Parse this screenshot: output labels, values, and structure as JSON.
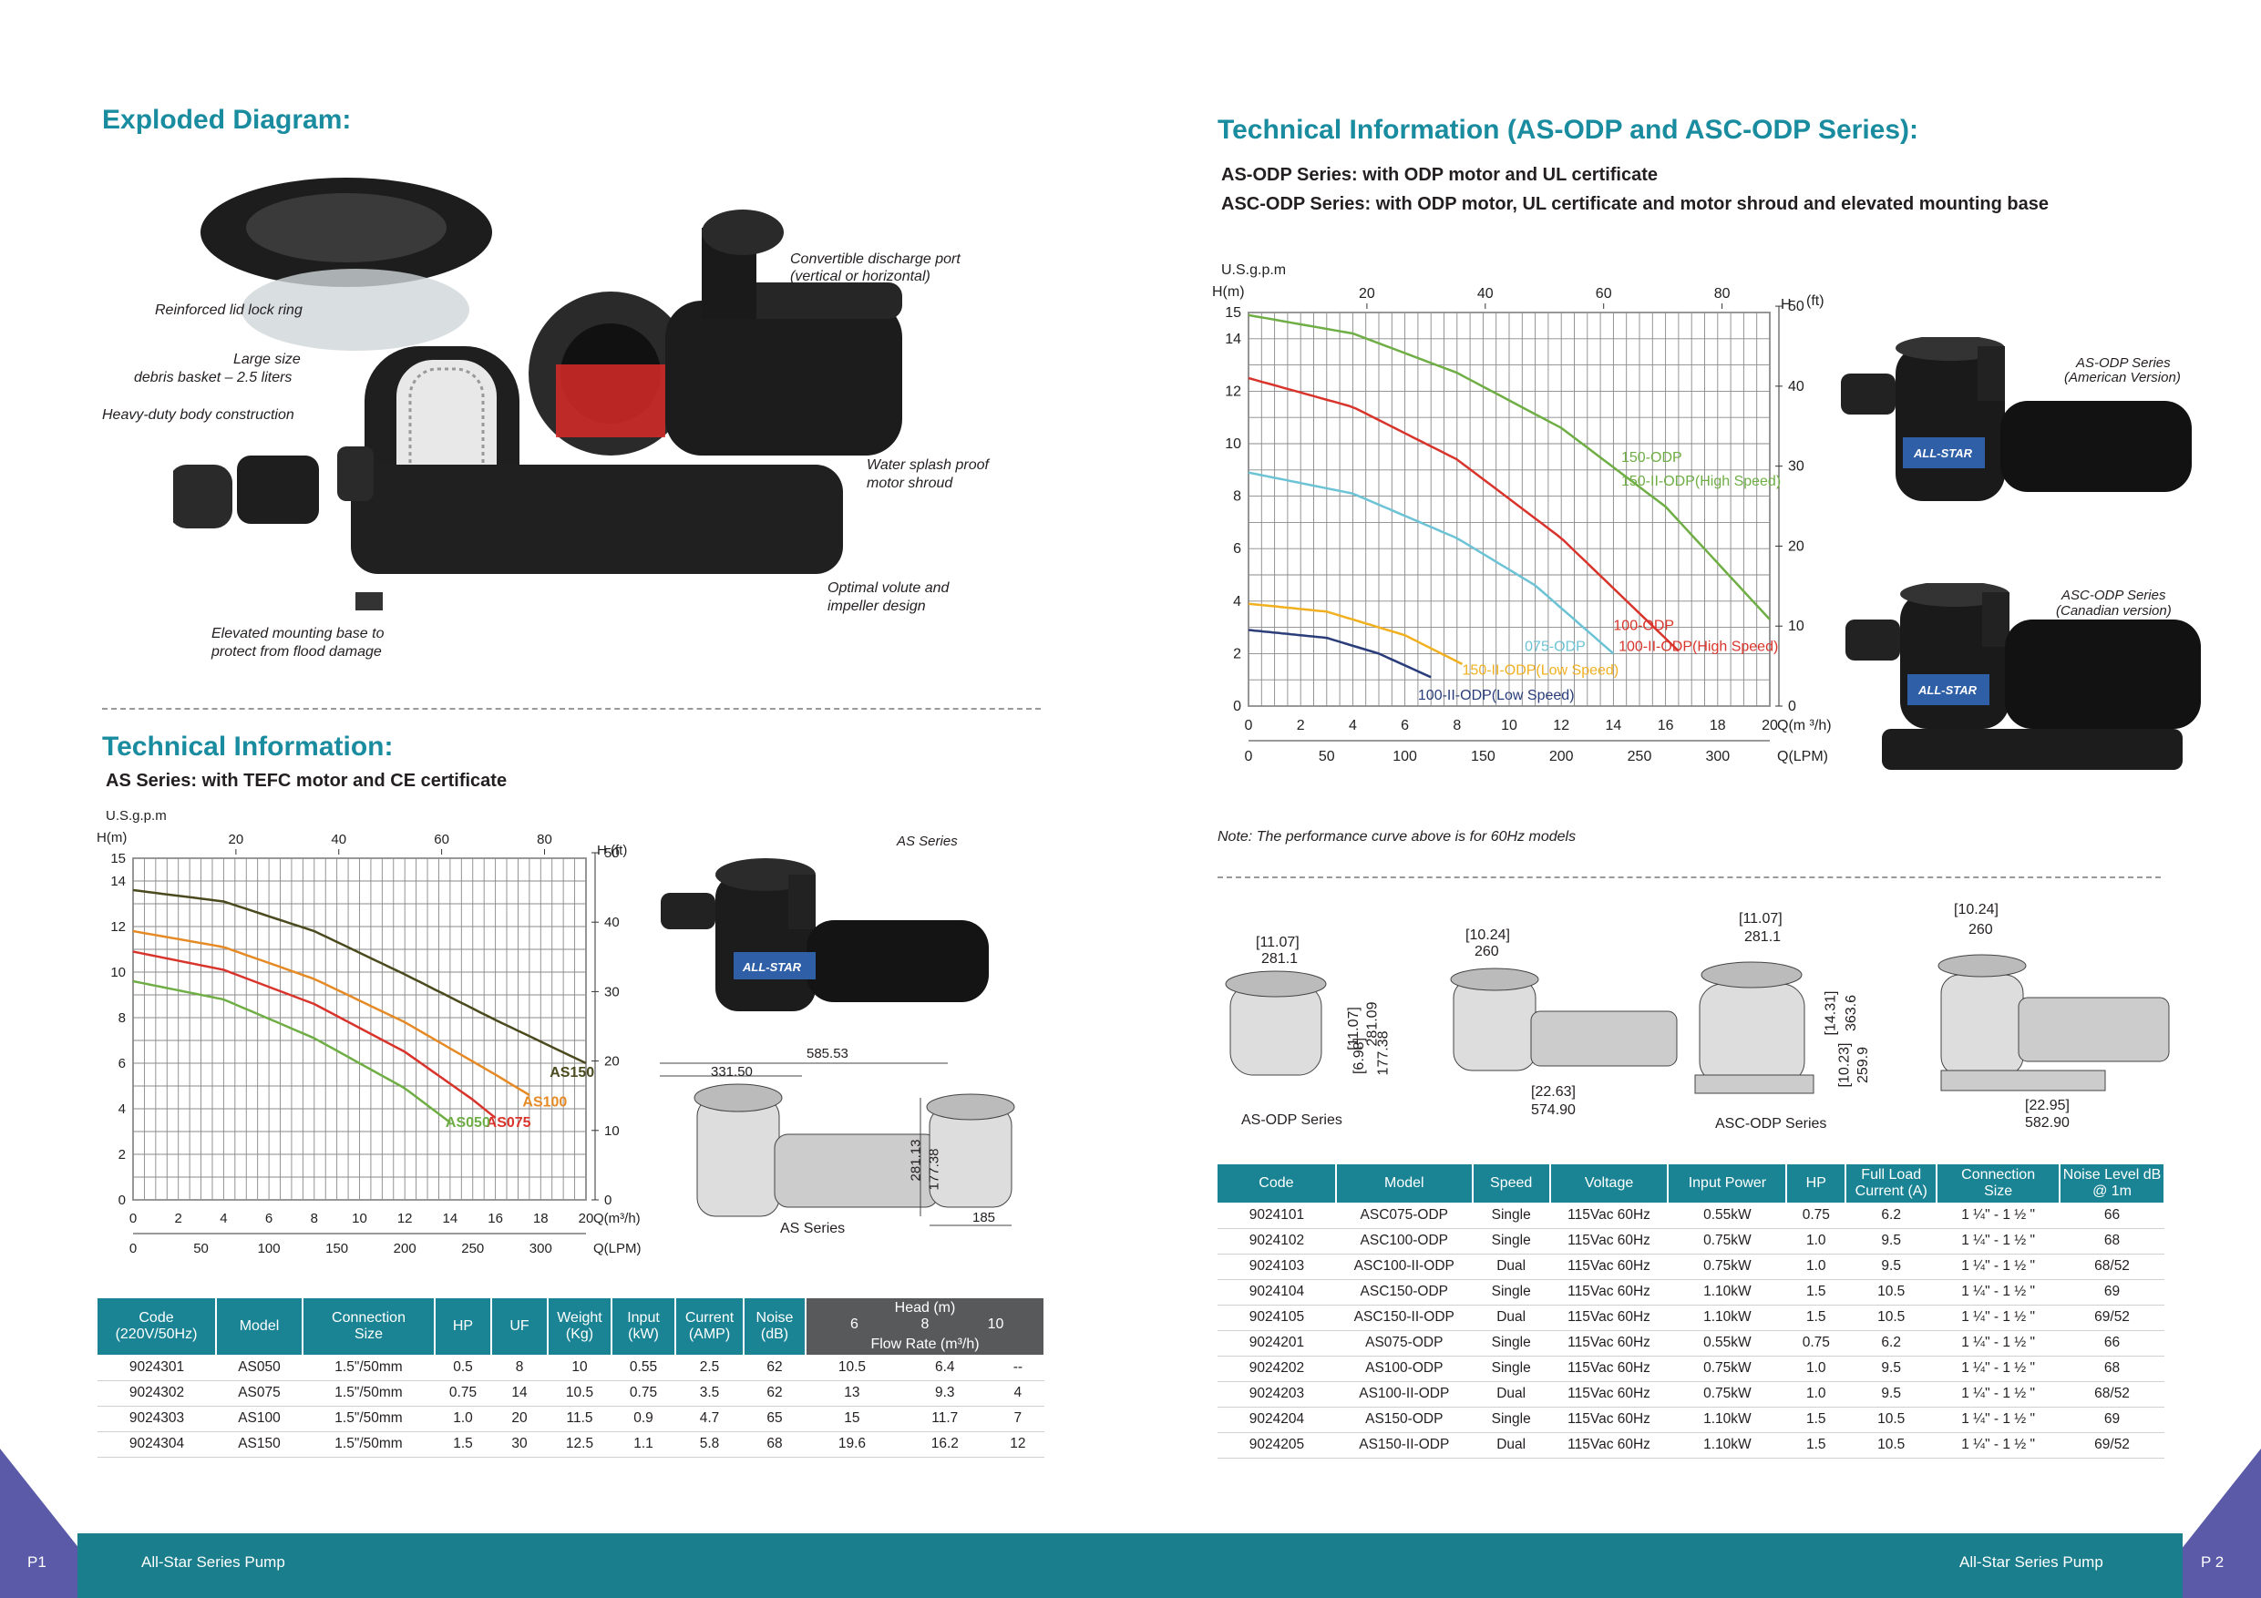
{
  "left": {
    "exploded_title": "Exploded Diagram:",
    "callouts": {
      "lid": "Reinforced lid lock ring",
      "basket1": "Large size",
      "basket2": "debris basket – 2.5 liters",
      "body": "Heavy-duty body construction",
      "port1": "Convertible discharge port",
      "port2": "(vertical or horizontal)",
      "shroud1": "Water splash proof",
      "shroud2": "motor shroud",
      "volute1": "Optimal volute and",
      "volute2": "impeller design",
      "base1": "Elevated mounting base to",
      "base2": "protect from flood damage"
    },
    "tech_title": "Technical Information:",
    "tech_sub": "AS Series: with TEFC motor and CE certificate",
    "series_label": "AS  Series",
    "dim_label": "AS Series",
    "dims": [
      "585.53",
      "331.50",
      "281.13",
      "177.38",
      "185"
    ],
    "table": {
      "headers": [
        "Code\n(220V/50Hz)",
        "Model",
        "Connection\nSize",
        "HP",
        "UF",
        "Weight\n(Kg)",
        "Input\n(kW)",
        "Current\n(AMP)",
        "Noise\n(dB)"
      ],
      "head_group": "Head (m)",
      "head_cols": [
        "6",
        "8",
        "10"
      ],
      "flow_label": "Flow Rate (m³/h)",
      "rows": [
        [
          "9024301",
          "AS050",
          "1.5\"/50mm",
          "0.5",
          "8",
          "10",
          "0.55",
          "2.5",
          "62",
          "10.5",
          "6.4",
          "--"
        ],
        [
          "9024302",
          "AS075",
          "1.5\"/50mm",
          "0.75",
          "14",
          "10.5",
          "0.75",
          "3.5",
          "62",
          "13",
          "9.3",
          "4"
        ],
        [
          "9024303",
          "AS100",
          "1.5\"/50mm",
          "1.0",
          "20",
          "11.5",
          "0.9",
          "4.7",
          "65",
          "15",
          "11.7",
          "7"
        ],
        [
          "9024304",
          "AS150",
          "1.5\"/50mm",
          "1.5",
          "30",
          "12.5",
          "1.1",
          "5.8",
          "68",
          "19.6",
          "16.2",
          "12"
        ]
      ]
    }
  },
  "right": {
    "tech_title": "Technical Information (AS-ODP and ASC-ODP Series):",
    "sub1": "AS-ODP Series: with ODP motor and UL certificate",
    "sub2": "ASC-ODP Series: with ODP motor, UL certificate and motor shroud and elevated mounting base",
    "photo1_1": "AS-ODP Series",
    "photo1_2": "(American Version)",
    "photo2_1": "ASC-ODP Series",
    "photo2_2": "(Canadian version)",
    "brand": "ALL-STAR",
    "note": "Note: The performance curve above is for 60Hz models",
    "dim_label1": "AS-ODP Series",
    "dim_label2": "ASC-ODP Series",
    "dims": [
      "[11.07]",
      "281.1",
      "[10.24]",
      "260",
      "[11.07]",
      "281.1",
      "[10.24]",
      "260",
      "[11.07]",
      "281.09",
      "[6.98]",
      "177.38",
      "[22.63]",
      "574.90",
      "[14.31]",
      "363.6",
      "[10.23]",
      "259.9",
      "[22.95]",
      "582.90"
    ],
    "table": {
      "headers": [
        "Code",
        "Model",
        "Speed",
        "Voltage",
        "Input Power",
        "HP",
        "Full Load\nCurrent (A)",
        "Connection\nSize",
        "Noise Level dB\n@ 1m"
      ],
      "rows": [
        [
          "9024101",
          "ASC075-ODP",
          "Single",
          "115Vac 60Hz",
          "0.55kW",
          "0.75",
          "6.2",
          "1 ¼\" - 1 ½ \"",
          "66"
        ],
        [
          "9024102",
          "ASC100-ODP",
          "Single",
          "115Vac 60Hz",
          "0.75kW",
          "1.0",
          "9.5",
          "1 ¼\" - 1 ½ \"",
          "68"
        ],
        [
          "9024103",
          "ASC100-II-ODP",
          "Dual",
          "115Vac 60Hz",
          "0.75kW",
          "1.0",
          "9.5",
          "1 ¼\" - 1 ½ \"",
          "68/52"
        ],
        [
          "9024104",
          "ASC150-ODP",
          "Single",
          "115Vac 60Hz",
          "1.10kW",
          "1.5",
          "10.5",
          "1 ¼\" - 1 ½ \"",
          "69"
        ],
        [
          "9024105",
          "ASC150-II-ODP",
          "Dual",
          "115Vac 60Hz",
          "1.10kW",
          "1.5",
          "10.5",
          "1 ¼\" - 1 ½ \"",
          "69/52"
        ],
        [
          "9024201",
          "AS075-ODP",
          "Single",
          "115Vac 60Hz",
          "0.55kW",
          "0.75",
          "6.2",
          "1 ¼\" - 1 ½ \"",
          "66"
        ],
        [
          "9024202",
          "AS100-ODP",
          "Single",
          "115Vac 60Hz",
          "0.75kW",
          "1.0",
          "9.5",
          "1 ¼\" - 1 ½ \"",
          "68"
        ],
        [
          "9024203",
          "AS100-II-ODP",
          "Dual",
          "115Vac 60Hz",
          "0.75kW",
          "1.0",
          "9.5",
          "1 ¼\" - 1 ½ \"",
          "68/52"
        ],
        [
          "9024204",
          "AS150-ODP",
          "Single",
          "115Vac 60Hz",
          "1.10kW",
          "1.5",
          "10.5",
          "1 ¼\" - 1 ½ \"",
          "69"
        ],
        [
          "9024205",
          "AS150-II-ODP",
          "Dual",
          "115Vac 60Hz",
          "1.10kW",
          "1.5",
          "10.5",
          "1 ¼\" - 1 ½ \"",
          "69/52"
        ]
      ]
    }
  },
  "footer": {
    "p1": "P1",
    "left": "All-Star Series Pump",
    "right": "All-Star Series Pump",
    "p2": "P 2"
  },
  "colors": {
    "accent": "#1a8ca0",
    "footer": "#1a7e8c",
    "triangle": "#5a5aa8"
  },
  "chart_data": [
    {
      "type": "line",
      "title": "",
      "ylabel": "H(m)",
      "ylabel2": "H (ft)",
      "xlabel": "Q(m³/h)",
      "xlabel2": "Q(LPM)",
      "xlabel_top": "U.S.g.p.m",
      "xlim": [
        0,
        20
      ],
      "ylim": [
        0,
        15
      ],
      "x_ticks": [
        0,
        2,
        4,
        6,
        8,
        10,
        12,
        14,
        16,
        18,
        20
      ],
      "y_ticks": [
        0,
        2,
        4,
        6,
        8,
        10,
        12,
        14,
        15
      ],
      "ft_ticks": [
        0,
        10,
        20,
        30,
        40,
        50
      ],
      "gpm_ticks": [
        20,
        40,
        60,
        80
      ],
      "lpm_ticks": [
        0,
        50,
        100,
        150,
        200,
        250,
        300
      ],
      "series": [
        {
          "name": "AS150",
          "color": "#4a4a1e",
          "x": [
            0,
            4,
            8,
            12,
            16,
            20
          ],
          "y": [
            13.6,
            13.1,
            11.8,
            9.9,
            7.9,
            6.0
          ]
        },
        {
          "name": "AS100",
          "color": "#e58a25",
          "x": [
            0,
            4,
            8,
            12,
            16,
            17.5
          ],
          "y": [
            11.8,
            11.1,
            9.7,
            7.8,
            5.5,
            4.6
          ]
        },
        {
          "name": "AS075",
          "color": "#d9342b",
          "x": [
            0,
            4,
            8,
            12,
            15,
            16
          ],
          "y": [
            10.9,
            10.1,
            8.6,
            6.5,
            4.4,
            3.6
          ]
        },
        {
          "name": "AS050",
          "color": "#6fae45",
          "x": [
            0,
            4,
            8,
            12,
            14
          ],
          "y": [
            9.6,
            8.8,
            7.1,
            4.9,
            3.4
          ]
        }
      ]
    },
    {
      "type": "line",
      "title": "",
      "ylabel": "H(m)",
      "ylabel2": "H",
      "ylabel2b": "(ft)",
      "xlabel": "Q(m ³/h)",
      "xlabel2": "Q(LPM)",
      "xlabel_top": "U.S.g.p.m",
      "xlim": [
        0,
        20
      ],
      "ylim": [
        0,
        15
      ],
      "x_ticks": [
        0,
        2,
        4,
        6,
        8,
        10,
        12,
        14,
        16,
        18,
        20
      ],
      "y_ticks": [
        0,
        2,
        4,
        6,
        8,
        10,
        12,
        14,
        15
      ],
      "ft_ticks": [
        0,
        10,
        20,
        30,
        40,
        50
      ],
      "gpm_ticks": [
        20,
        40,
        60,
        80
      ],
      "lpm_ticks": [
        0,
        50,
        100,
        150,
        200,
        250,
        300
      ],
      "series": [
        {
          "name": "150-ODP / 150-II-ODP(High Speed)",
          "color": "#6fae45",
          "x": [
            0,
            4,
            8,
            12,
            16,
            20
          ],
          "y": [
            14.9,
            14.2,
            12.7,
            10.6,
            7.6,
            3.3
          ]
        },
        {
          "name": "100-ODP / 100-II-ODP(High Speed)",
          "color": "#d9342b",
          "x": [
            0,
            4,
            8,
            12,
            16.5
          ],
          "y": [
            12.5,
            11.4,
            9.4,
            6.4,
            2.1
          ]
        },
        {
          "name": "075-ODP",
          "color": "#6cc3d5",
          "x": [
            0,
            4,
            8,
            11,
            14
          ],
          "y": [
            8.9,
            8.1,
            6.4,
            4.6,
            2.0
          ]
        },
        {
          "name": "150-II-ODP(Low Speed)",
          "color": "#f0b020",
          "x": [
            0,
            3,
            6,
            8.2
          ],
          "y": [
            3.9,
            3.6,
            2.7,
            1.6
          ]
        },
        {
          "name": "100-II-ODP(Low Speed)",
          "color": "#2a3d7a",
          "x": [
            0,
            3,
            5,
            7
          ],
          "y": [
            2.9,
            2.6,
            2.0,
            1.1
          ]
        }
      ]
    }
  ]
}
